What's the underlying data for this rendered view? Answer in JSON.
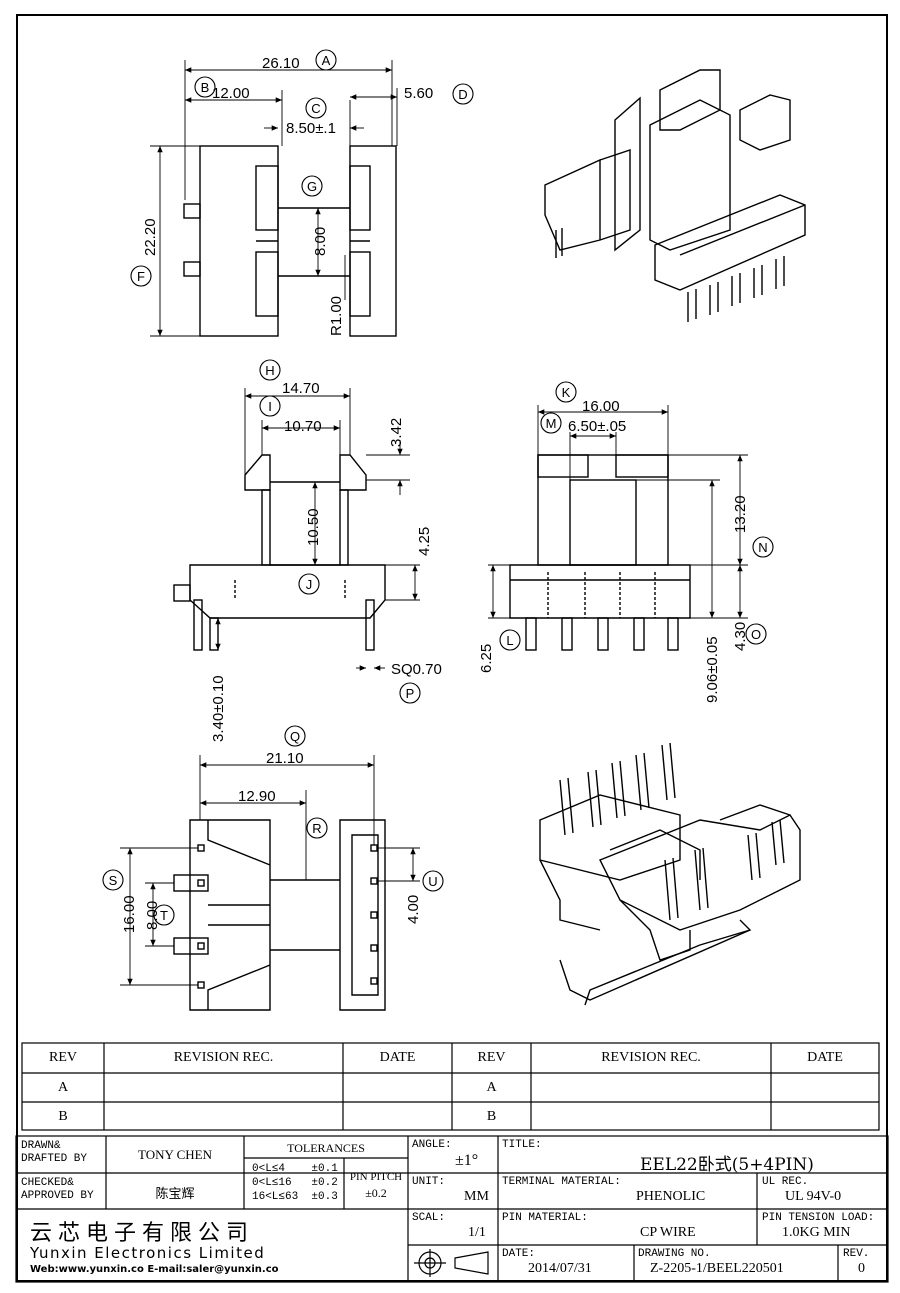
{
  "drawing": {
    "dimensions": {
      "a": "26.10",
      "b": "12.00",
      "c": "8.50±.1",
      "d": "5.60",
      "f": "22.20",
      "g_height": "8.00",
      "r1": "R1.00",
      "h": "14.70",
      "i": "10.70",
      "i_right": "3.42",
      "j_height": "10.50",
      "j_right": "4.25",
      "p_pin": "3.40±0.10",
      "sq": "SQ0.70",
      "k": "16.00",
      "m": "6.50±.05",
      "n": "13.20",
      "l": "6.25",
      "o1": "9.06±0.05",
      "o2": "4.30",
      "q": "21.10",
      "r": "12.90",
      "s": "16.00",
      "t": "8.00",
      "u": "4.00"
    },
    "callouts": [
      "A",
      "B",
      "C",
      "D",
      "F",
      "G",
      "H",
      "I",
      "J",
      "K",
      "M",
      "N",
      "L",
      "O",
      "P",
      "Q",
      "R",
      "S",
      "T",
      "U"
    ]
  },
  "revision_table": {
    "headers": [
      "REV",
      "REVISION REC.",
      "DATE",
      "REV",
      "REVISION REC.",
      "DATE"
    ],
    "rows": [
      [
        "A",
        "",
        "",
        "A",
        "",
        ""
      ],
      [
        "B",
        "",
        "",
        "B",
        "",
        ""
      ]
    ]
  },
  "title_block": {
    "drawn_label": "DRAWN&\nDRAFTED BY",
    "drawn_value": "TONY CHEN",
    "checked_label": "CHECKED&\nAPPROVED BY",
    "checked_value": "陈宝辉",
    "tolerances_label": "TOLERANCES",
    "tolerance_rows": [
      "0<L≤4    ±0.1",
      "0<L≤16   ±0.2",
      "16<L≤63  ±0.3"
    ],
    "pin_pitch_label": "PIN PITCH",
    "pin_pitch_value": "±0.2",
    "angle_label": "ANGLE:",
    "angle_value": "±1°",
    "unit_label": "UNIT:",
    "unit_value": "MM",
    "scale_label": "SCAL:",
    "scale_value": "1/1",
    "title_label": "TITLE:",
    "title_value": "EEL22卧式(5+4PIN)",
    "terminal_material_label": "TERMINAL MATERIAL:",
    "terminal_material_value": "PHENOLIC",
    "ul_rec_label": "UL REC.",
    "ul_rec_value": "UL 94V-0",
    "pin_material_label": "PIN MATERIAL:",
    "pin_material_value": "CP WIRE",
    "pin_tension_label": "PIN TENSION LOAD:",
    "pin_tension_value": "1.0KG MIN",
    "date_label": "DATE:",
    "date_value": "2014/07/31",
    "drawing_no_label": "DRAWING NO.",
    "drawing_no_value": "Z-2205-1/BEEL220501",
    "rev_label": "REV.",
    "rev_value": "0"
  },
  "company": {
    "name_cn": "云芯电子有限公司",
    "name_en": "Yunxin Electronics Limited",
    "web": "Web:www.yunxin.co  E-mail:saler@yunxin.co"
  }
}
